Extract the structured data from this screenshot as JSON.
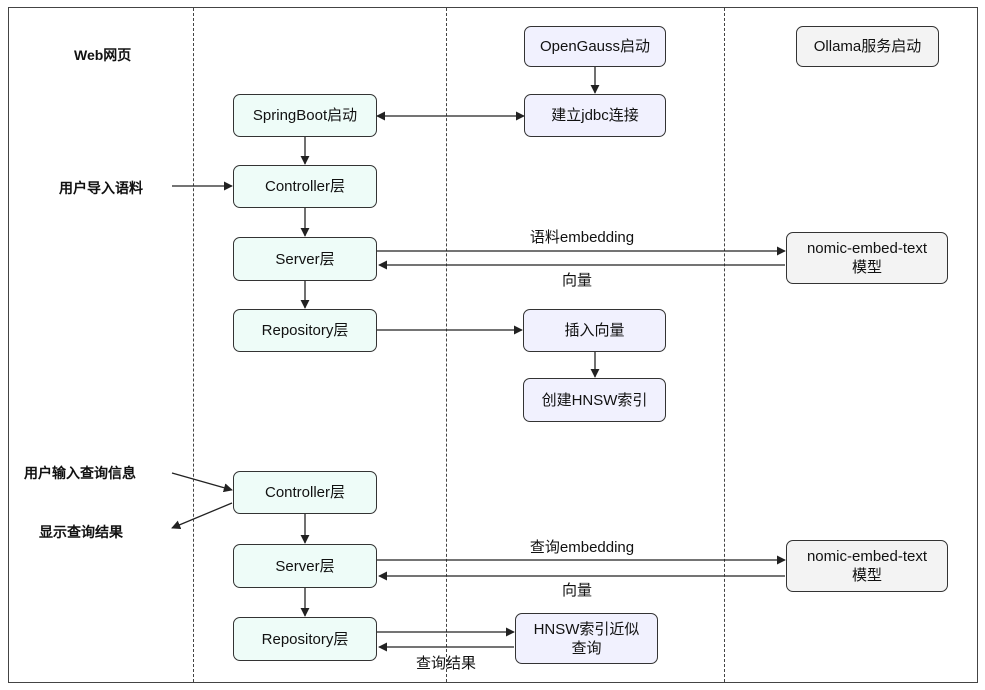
{
  "lanes": {
    "web_label": "Web网页"
  },
  "boxes": {
    "opengauss": "OpenGauss启动",
    "ollama": "Ollama服务启动",
    "springboot": "SpringBoot启动",
    "jdbc": "建立jdbc连接",
    "controller": "Controller层",
    "server": "Server层",
    "repository": "Repository层",
    "model_line1": "nomic-embed-text",
    "model_line2": "模型",
    "insert_vector": "插入向量",
    "create_index": "创建HNSW索引",
    "hnsw_line1": "HNSW索引近似",
    "hnsw_line2": "查询"
  },
  "actors": {
    "import_corpus": "用户导入语料",
    "input_query": "用户输入查询信息",
    "show_results": "显示查询结果"
  },
  "edges": {
    "corpus_embedding": "语料embedding",
    "vector": "向量",
    "query_embedding": "查询embedding",
    "query_result": "查询结果"
  }
}
